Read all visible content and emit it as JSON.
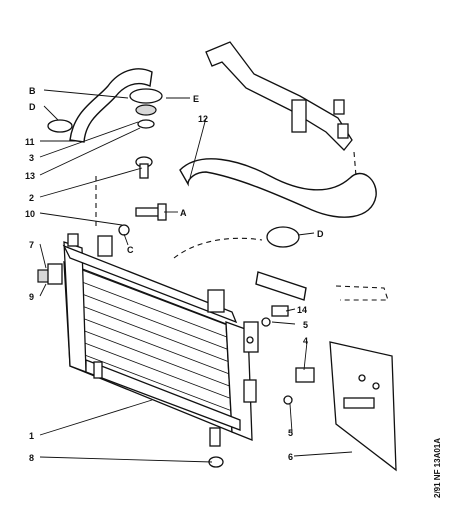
{
  "callouts": {
    "1": "1",
    "2": "2",
    "3": "3",
    "4": "4",
    "5a": "5",
    "5b": "5",
    "6": "6",
    "7": "7",
    "8": "8",
    "9": "9",
    "10": "10",
    "11": "11",
    "12": "12",
    "13": "13",
    "14": "14",
    "A": "A",
    "B": "B",
    "C": "C",
    "Da": "D",
    "Db": "D",
    "E": "E"
  },
  "reference_code": "2/91 NF 13A01A",
  "colors": {
    "ink": "#111111",
    "paper": "#ffffff",
    "fill": "#d8d8d8"
  }
}
